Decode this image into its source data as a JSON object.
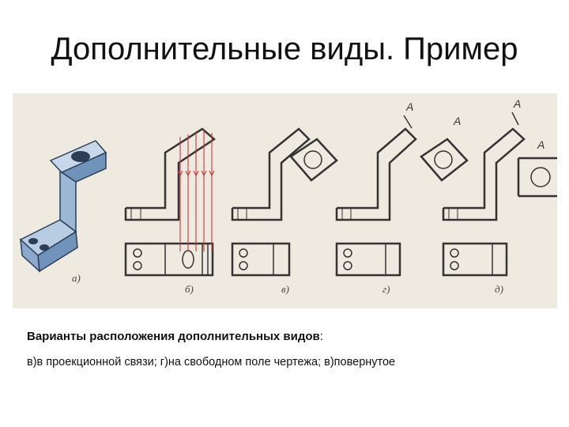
{
  "slide": {
    "title": "Дополнительные виды. Пример"
  },
  "figure": {
    "labels": [
      "а)",
      "б)",
      "в)",
      "г)",
      "д)"
    ],
    "view_letter": "А",
    "bg_color": "#efeae0",
    "arrow_color": "#d0353a",
    "part_color": "#7aa0c8"
  },
  "caption": {
    "heading": "Варианты расположения дополнительных видов",
    "heading_suffix": ":",
    "line": "в)в проекционной связи;  г)на свободном поле чертежа;  в)повернутое"
  }
}
